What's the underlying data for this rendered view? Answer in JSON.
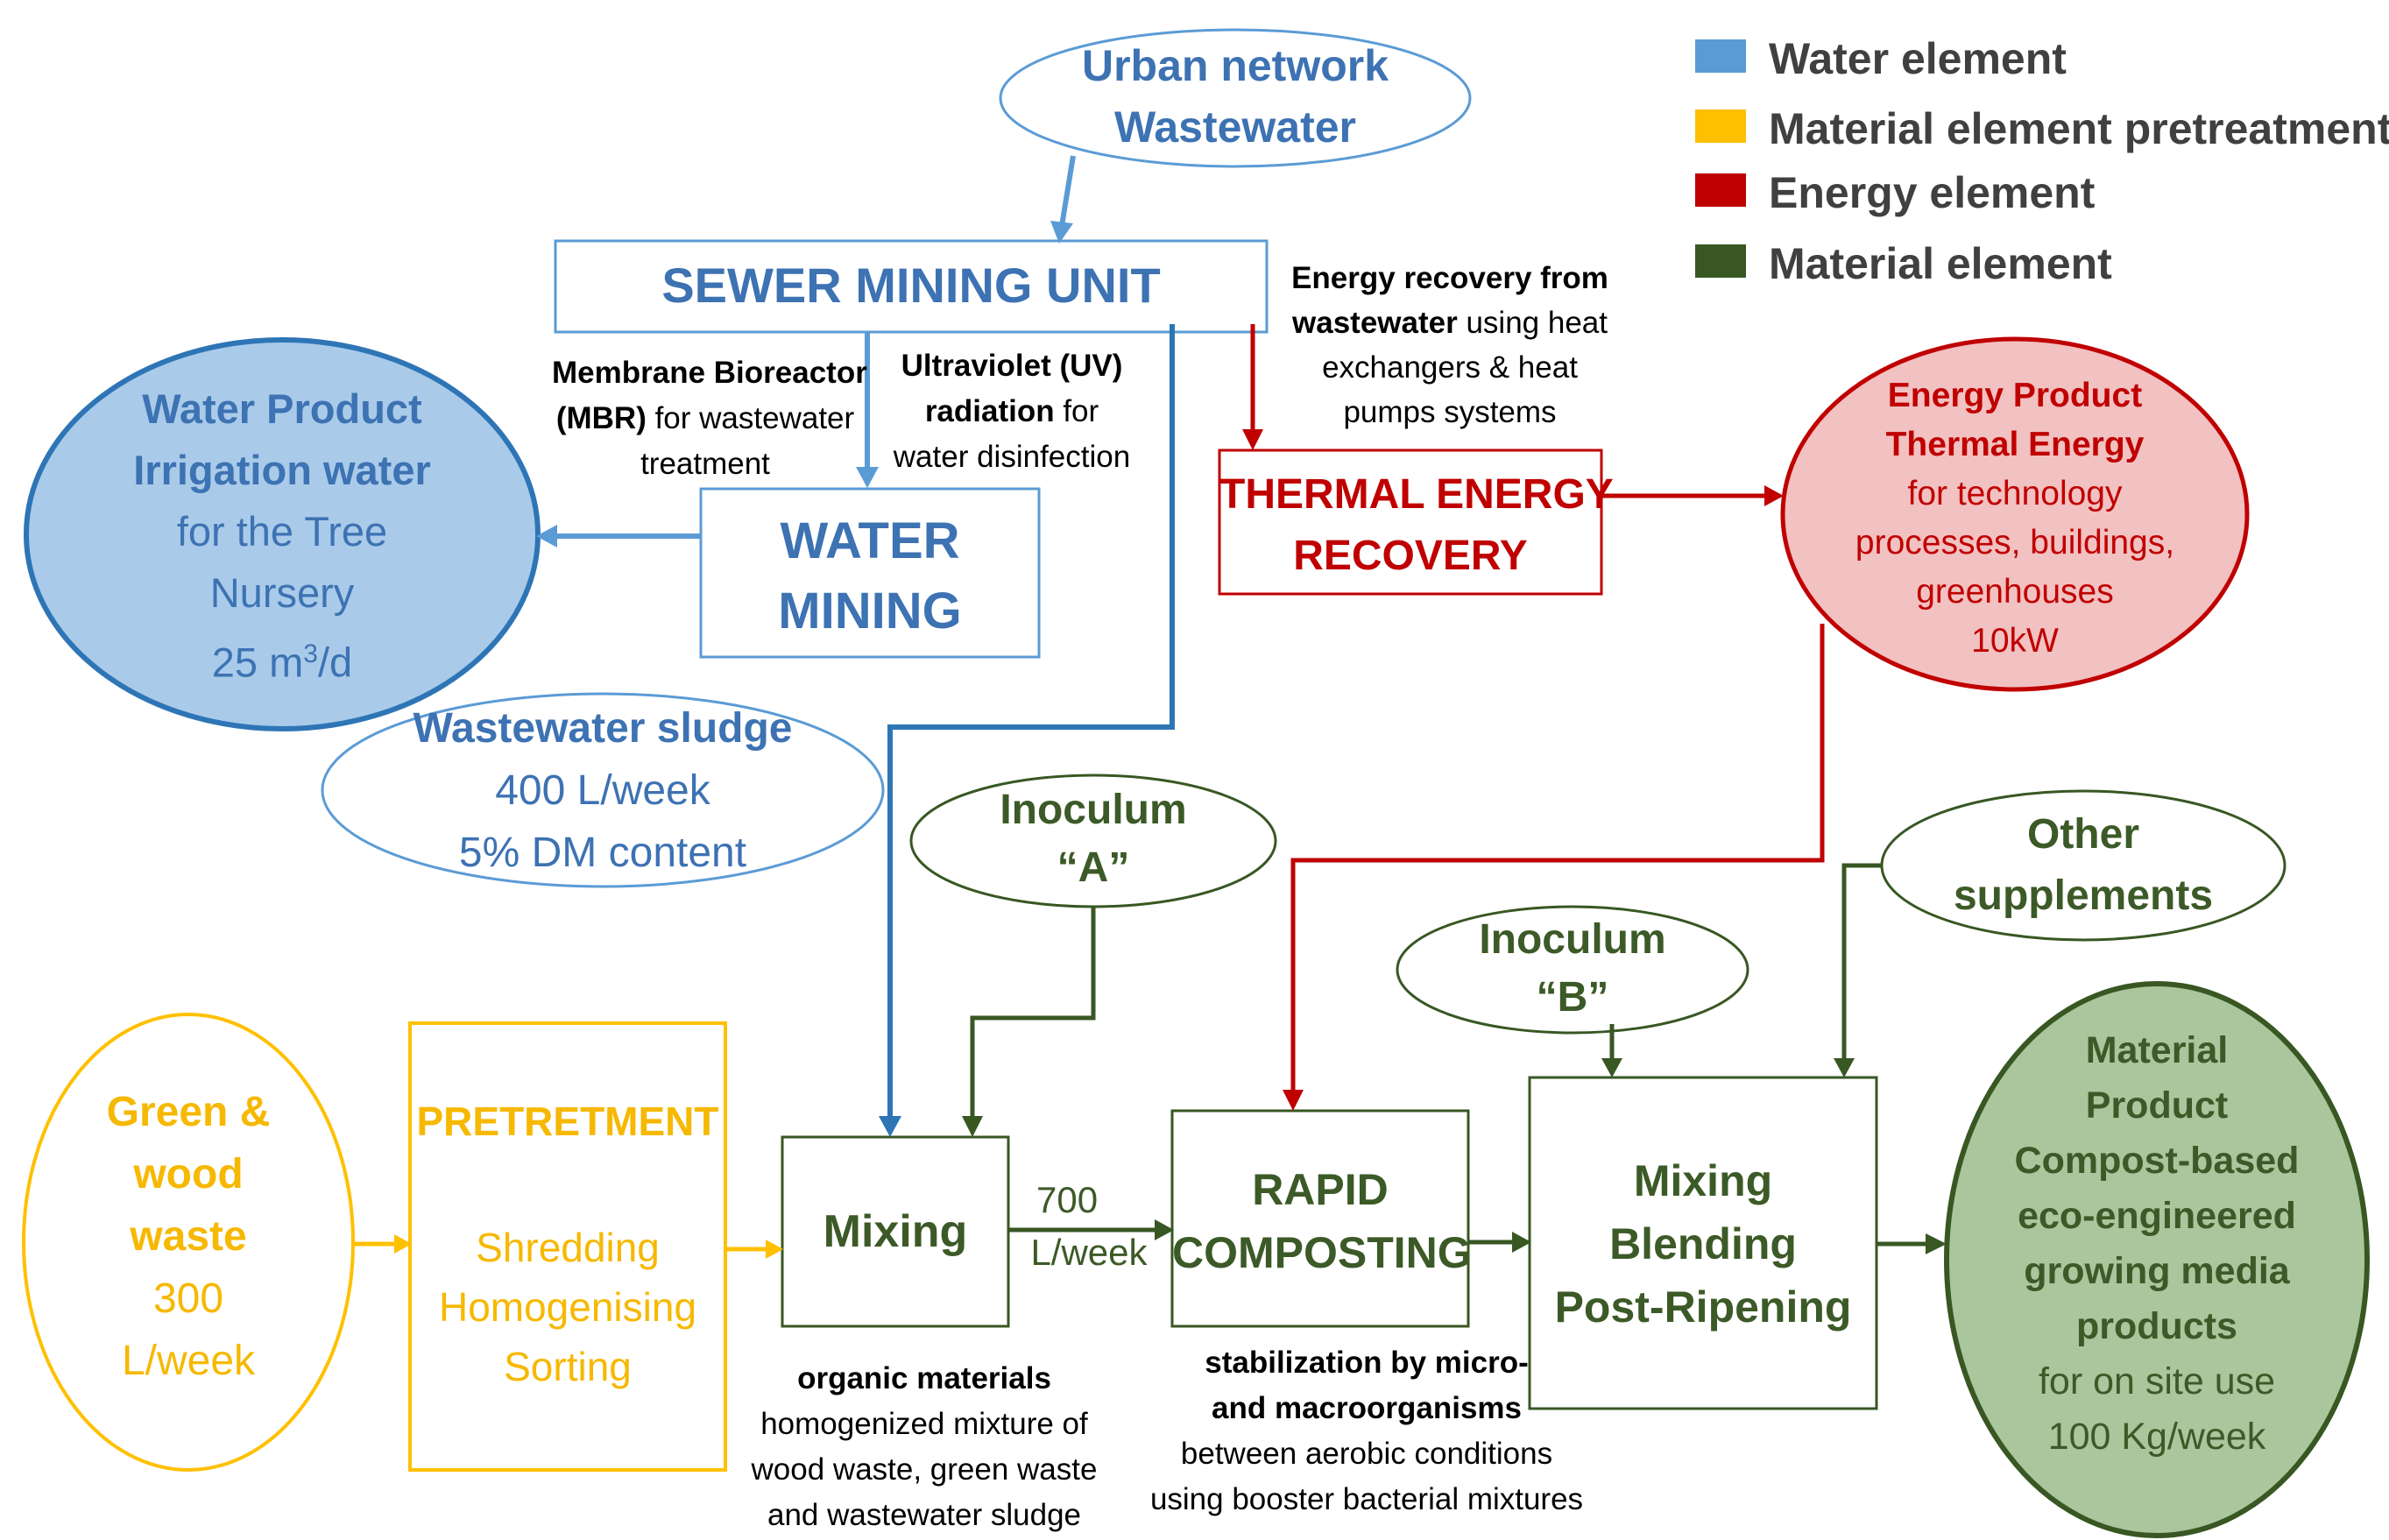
{
  "legend": {
    "water": {
      "label": "Water element",
      "color": "#5b9bd5"
    },
    "material_pre": {
      "label": "Material element pretreatment",
      "color": "#ffc000"
    },
    "energy": {
      "label": "Energy element",
      "color": "#c00000"
    },
    "material": {
      "label": "Material element",
      "color": "#385723"
    }
  },
  "urban": {
    "line1": "Urban network",
    "line2": "Wastewater"
  },
  "sewer_unit": {
    "label": "SEWER MINING UNIT"
  },
  "mbr": {
    "bold1": "Membrane Bioreactor",
    "bold2": "(MBR)",
    "rest2": " for wastewater",
    "line3": "treatment"
  },
  "uv": {
    "bold1": "Ultraviolet (UV)",
    "bold2": "radiation",
    "rest2": " for",
    "line3": "water disinfection"
  },
  "energy_recovery_note": {
    "bold1": "Energy recovery from",
    "bold2": "wastewater",
    "rest2": " using heat",
    "line3": "exchangers & heat",
    "line4": "pumps systems"
  },
  "water_product": {
    "line1": "Water Product",
    "line2": "Irrigation water",
    "line3": "for the Tree",
    "line4": "Nursery",
    "line5_main": "25 m",
    "line5_sup": "3",
    "line5_end": "/d"
  },
  "water_mining": {
    "line1": "WATER",
    "line2": "MINING"
  },
  "thermal": {
    "line1": "THERMAL ENERGY",
    "line2": "RECOVERY"
  },
  "energy_product": {
    "line1": "Energy Product",
    "line2": "Thermal Energy",
    "line3": "for technology",
    "line4": "processes, buildings,",
    "line5": "greenhouses",
    "line6": "10kW"
  },
  "sludge": {
    "line1": "Wastewater sludge",
    "line2": "400 L/week",
    "line3": "5% DM content"
  },
  "inoculum_a": {
    "line1": "Inoculum",
    "line2": "“A”"
  },
  "inoculum_b": {
    "line1": "Inoculum",
    "line2": "“B”"
  },
  "other_supplements": {
    "line1": "Other",
    "line2": "supplements"
  },
  "green_waste": {
    "line1": "Green &",
    "line2": "wood",
    "line3": "waste",
    "line4": "300",
    "line5": "L/week"
  },
  "pretreatment": {
    "title": "PRETRETMENT",
    "line1": "Shredding",
    "line2": "Homogenising",
    "line3": "Sorting"
  },
  "mixing": {
    "label": "Mixing"
  },
  "flow_label": {
    "line1": "700",
    "line2": "L/week"
  },
  "rapid": {
    "line1": "RAPID",
    "line2": "COMPOSTING"
  },
  "blending": {
    "line1": "Mixing",
    "line2": "Blending",
    "line3": "Post-Ripening"
  },
  "material_product": {
    "line1": "Material",
    "line2": "Product",
    "line3": "Compost-based",
    "line4": "eco-engineered",
    "line5": "growing media",
    "line6": "products",
    "line7": "for on site use",
    "line8": "100 Kg/week"
  },
  "organic_note": {
    "bold1": "organic materials",
    "line2": "homogenized mixture of",
    "line3": "wood waste, green waste",
    "line4": "and wastewater sludge"
  },
  "stabilization_note": {
    "bold1": "stabilization by micro-",
    "bold2": "and macroorganisms",
    "line3": "between aerobic conditions",
    "line4": "using booster bacterial mixtures"
  }
}
